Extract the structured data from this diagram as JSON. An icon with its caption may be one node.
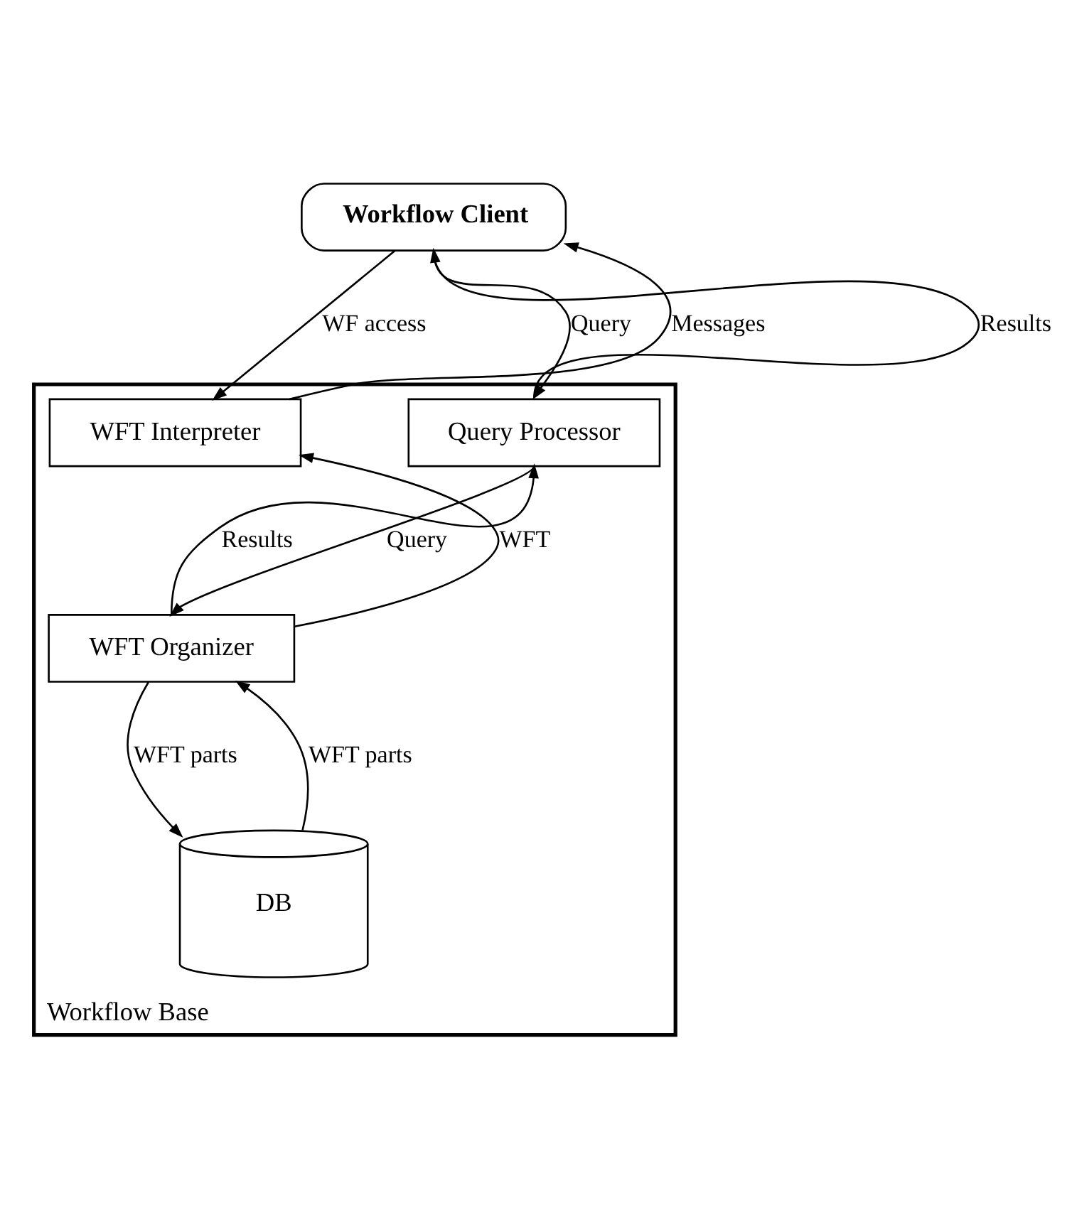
{
  "diagram": {
    "nodes": [
      {
        "text": [
          "Workflow Client"
        ]
      },
      {
        "text": [
          "Workflow Base"
        ]
      },
      {
        "text": [
          "WFT Interpreter"
        ],
        "in": 1
      },
      {
        "text": [
          "Query Processor"
        ],
        "in": 1
      },
      {
        "text": [
          "WFT Organizer"
        ],
        "in": 1
      },
      {
        "text": [
          "DB"
        ],
        "in": 1
      }
    ],
    "edges": [
      {
        "from": 0,
        "to": 2,
        "arrow": "to",
        "label": "WF access"
      },
      {
        "from": 2,
        "to": 0,
        "arrow": "to",
        "label": "Messages"
      },
      {
        "from": 3,
        "to": 0,
        "arrow": "to",
        "label": "Results"
      },
      {
        "from": 0,
        "to": 3,
        "arrow": "to",
        "label": "Query"
      },
      {
        "from": 4,
        "to": 2,
        "arrow": "to",
        "label": "WFT"
      },
      {
        "from": 4,
        "to": 3,
        "arrow": "to",
        "label": "Results"
      },
      {
        "from": 3,
        "to": 4,
        "arrow": "to",
        "label": "Query"
      },
      {
        "from": 4,
        "to": 5,
        "arrow": "to",
        "label": "WFT parts"
      },
      {
        "from": 5,
        "to": 4,
        "arrow": "to",
        "label": "WFT parts"
      }
    ]
  }
}
